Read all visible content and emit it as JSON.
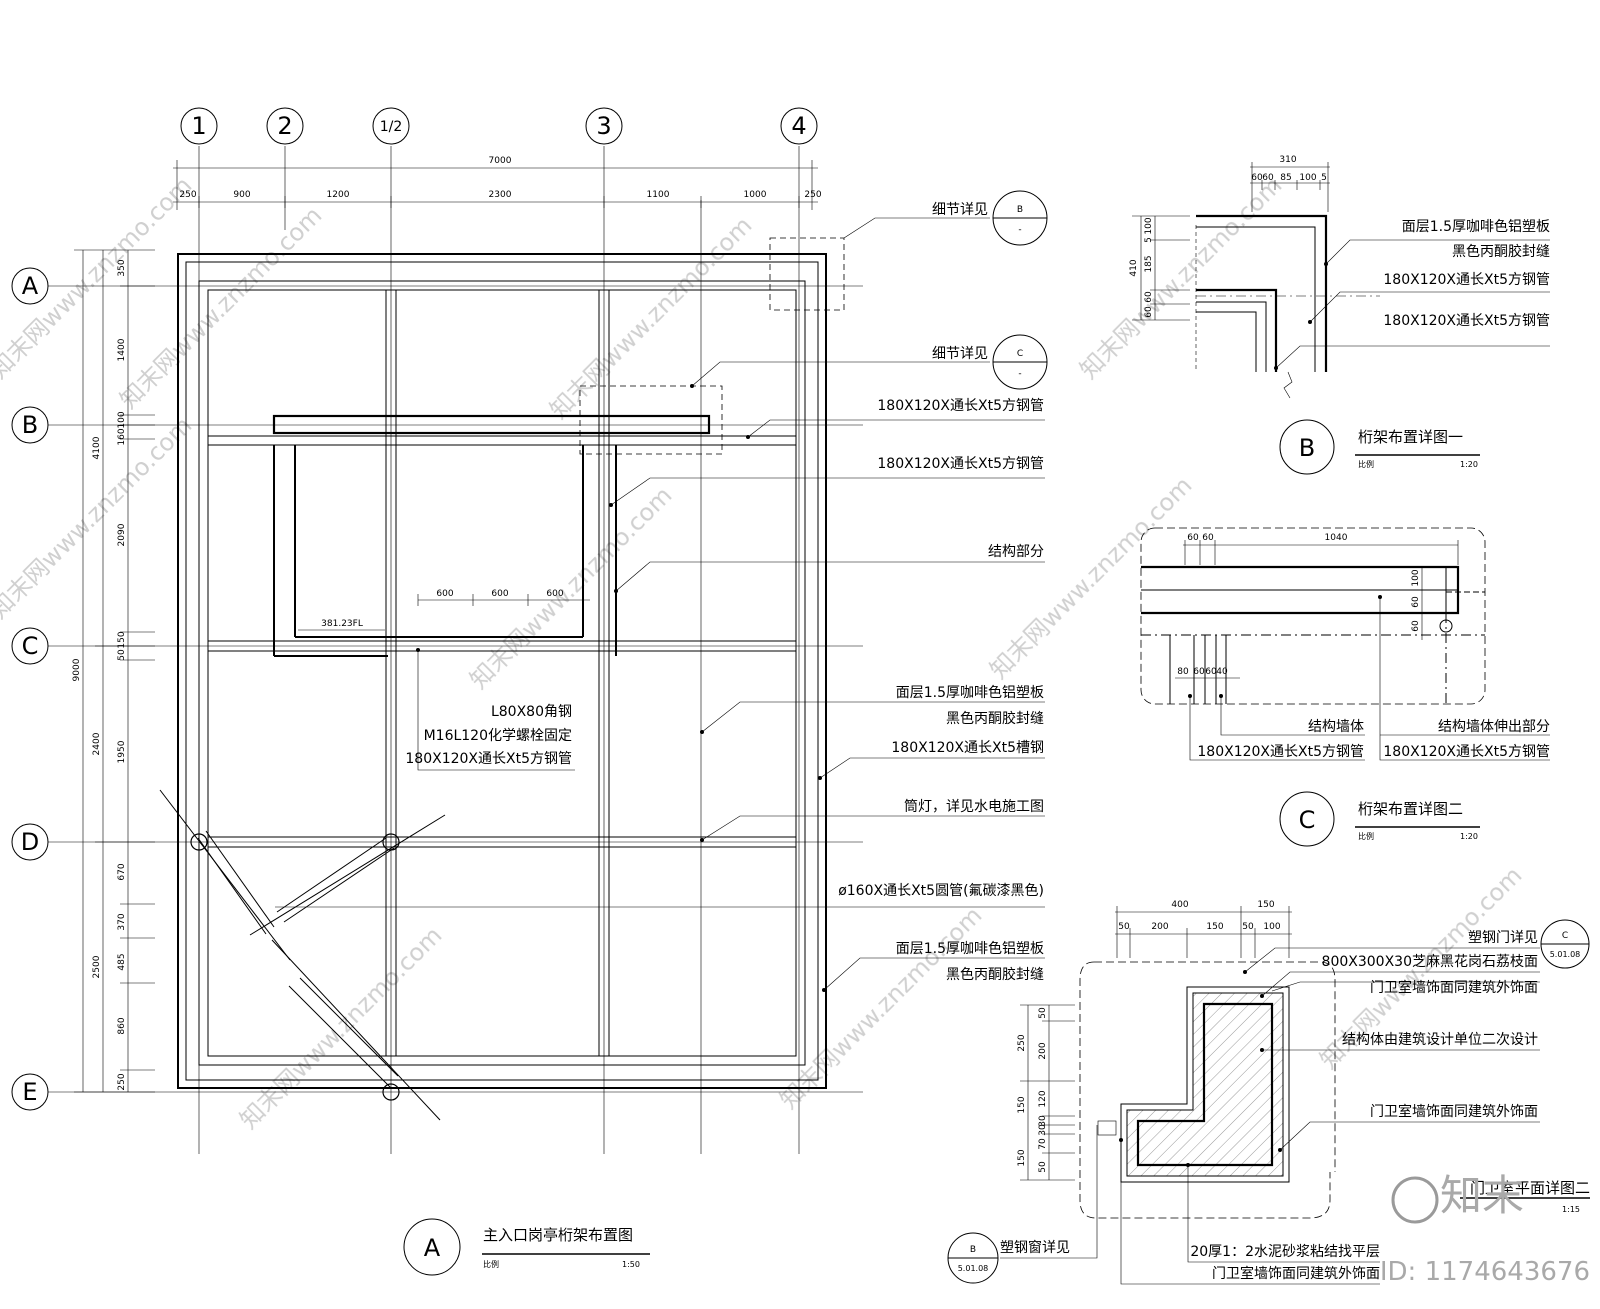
{
  "axes_top": [
    "1",
    "2",
    "1/2",
    "3",
    "4"
  ],
  "axes_left": [
    "A",
    "B",
    "C",
    "D",
    "E"
  ],
  "dims_top": {
    "total": "7000",
    "segments": [
      "250",
      "900",
      "1200",
      "2300",
      "1100",
      "1000",
      "250"
    ]
  },
  "dims_left": {
    "total": "9000",
    "mid": [
      "4100",
      "2400",
      "2500"
    ],
    "inner": [
      "350",
      "1400",
      "100",
      "160",
      "2090",
      "150",
      "50",
      "1950",
      "670",
      "370",
      "485",
      "860",
      "250"
    ]
  },
  "interior_dims": [
    "600",
    "600",
    "600"
  ],
  "elevation_text": "381.23FL",
  "main_labels": {
    "detail_b_ref": "细节详见",
    "detail_c_ref": "细节详见",
    "steel_tube_1": "180X120X通长Xt5方钢管",
    "steel_tube_2": "180X120X通长Xt5方钢管",
    "structure": "结构部分",
    "panel_1": "面层1.5厚咖啡色铝塑板",
    "sealant_1": "黑色丙酮胶封缝",
    "channel": "180X120X通长Xt5槽钢",
    "lamp": "筒灯，详见水电施工图",
    "round_tube": "ø160X通长Xt5圆管(氟碳漆黑色)",
    "panel_2": "面层1.5厚咖啡色铝塑板",
    "sealant_2": "黑色丙酮胶封缝",
    "angle_steel": "L80X80角钢",
    "bolt": "M16L120化学螺栓固定",
    "steel_tube_3": "180X120X通长Xt5方钢管"
  },
  "ref_bubbles": {
    "b": {
      "letter": "B",
      "sub": "-"
    },
    "c": {
      "letter": "C",
      "sub": "-"
    }
  },
  "title_a": {
    "letter": "A",
    "title": "主入口岗亭桁架布置图",
    "scale_label": "比例",
    "scale": "1:50"
  },
  "detail_b": {
    "dims_top": {
      "total": "310",
      "segments": [
        "60",
        "60",
        "85",
        "100",
        "5"
      ]
    },
    "dims_left": {
      "total": "410",
      "segments": [
        "100",
        "5",
        "185",
        "60",
        "60"
      ]
    },
    "labels": [
      "面层1.5厚咖啡色铝塑板",
      "黑色丙酮胶封缝",
      "180X120X通长Xt5方钢管",
      "180X120X通长Xt5方钢管"
    ],
    "title": {
      "letter": "B",
      "title": "桁架布置详图一",
      "scale_label": "比例",
      "scale": "1:20"
    }
  },
  "detail_c": {
    "dims_top": [
      "60",
      "60",
      "1040"
    ],
    "dims_right": [
      "100",
      "60",
      "60"
    ],
    "dims_bottom": [
      "80",
      "60",
      "60",
      "40"
    ],
    "labels": [
      "结构墙体",
      "180X120X通长Xt5方钢管",
      "结构墙体伸出部分",
      "180X120X通长Xt5方钢管"
    ],
    "title": {
      "letter": "C",
      "title": "桁架布置详图二",
      "scale_label": "比例",
      "scale": "1:20"
    }
  },
  "detail_d": {
    "dims_top_major": [
      "400",
      "150"
    ],
    "dims_top": [
      "50",
      "200",
      "150",
      "50",
      "100"
    ],
    "dims_left_major": [
      "250",
      "150",
      "150"
    ],
    "dims_left": [
      "50",
      "200",
      "120",
      "30",
      "30",
      "70",
      "50"
    ],
    "labels": {
      "window_door": "塑钢门详见",
      "granite": "800X300X30芝麻黑花岗石荔枝面",
      "finish_1": "门卫室墙饰面同建筑外饰面",
      "structure": "结构体由建筑设计单位二次设计",
      "finish_2": "门卫室墙饰面同建筑外饰面",
      "window": "塑钢窗详见",
      "mortar": "20厚1：2水泥砂浆粘结找平层",
      "finish_3": "门卫室墙饰面同建筑外饰面"
    },
    "bubble_door": {
      "letter": "C",
      "sub": "5.01.08"
    },
    "bubble_window": {
      "letter": "B",
      "sub": "5.01.08"
    },
    "title": {
      "title": "门卫室平面详图二",
      "scale": "1:15"
    }
  },
  "watermarks": {
    "text": "知末网www.znzmo.com",
    "logo": "知末",
    "id": "ID: 1174643676"
  }
}
